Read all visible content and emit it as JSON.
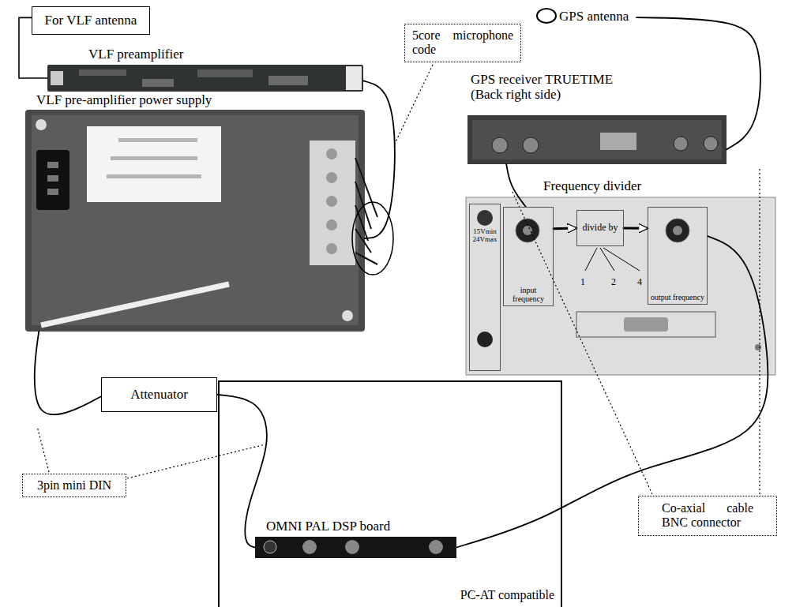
{
  "diagram": {
    "nodes": [
      {
        "text": [
          "For VLF antenna"
        ]
      },
      {
        "text": [
          "VLF preamplifier"
        ]
      },
      {
        "text": [
          "5core microphone code"
        ]
      },
      {
        "text": [
          "VLF pre-amplifier power supply"
        ]
      },
      {
        "text": [
          "GPS antenna"
        ]
      },
      {
        "text": [
          "GPS receiver TRUETIME (Back right side)"
        ]
      },
      {
        "text": [
          "Frequency divider"
        ]
      },
      {
        "text": [
          "15Vmin 24Vmax"
        ],
        "in": 6
      },
      {
        "text": [
          "input frequency"
        ],
        "in": 6
      },
      {
        "text": [
          "divide by"
        ],
        "in": 6
      },
      {
        "text": [
          "output frequency"
        ],
        "in": 6
      },
      {
        "text": [
          "PC-AT compatible"
        ]
      },
      {
        "text": [
          "Attenuator"
        ]
      },
      {
        "text": [
          "3pin mini DIN"
        ]
      },
      {
        "text": [
          "OMNI PAL DSP board"
        ],
        "in": 11
      },
      {
        "text": [
          "Co-axial cable BNC connector"
        ]
      }
    ],
    "edges": [
      {
        "from": 0,
        "to": 1,
        "arrow": "none"
      },
      {
        "from": 1,
        "to": 3,
        "arrow": "none"
      },
      {
        "from": 3,
        "to": 12,
        "arrow": "none"
      },
      {
        "from": 12,
        "to": 14,
        "arrow": "none"
      },
      {
        "from": 4,
        "to": 5,
        "arrow": "none"
      },
      {
        "from": 5,
        "to": 8,
        "arrow": "none"
      },
      {
        "from": 8,
        "to": 9,
        "arrow": "to"
      },
      {
        "from": 9,
        "to": 10,
        "arrow": "to"
      },
      {
        "from": 10,
        "to": 14,
        "arrow": "none"
      }
    ],
    "labels": [
      "1",
      "2",
      "4"
    ]
  }
}
